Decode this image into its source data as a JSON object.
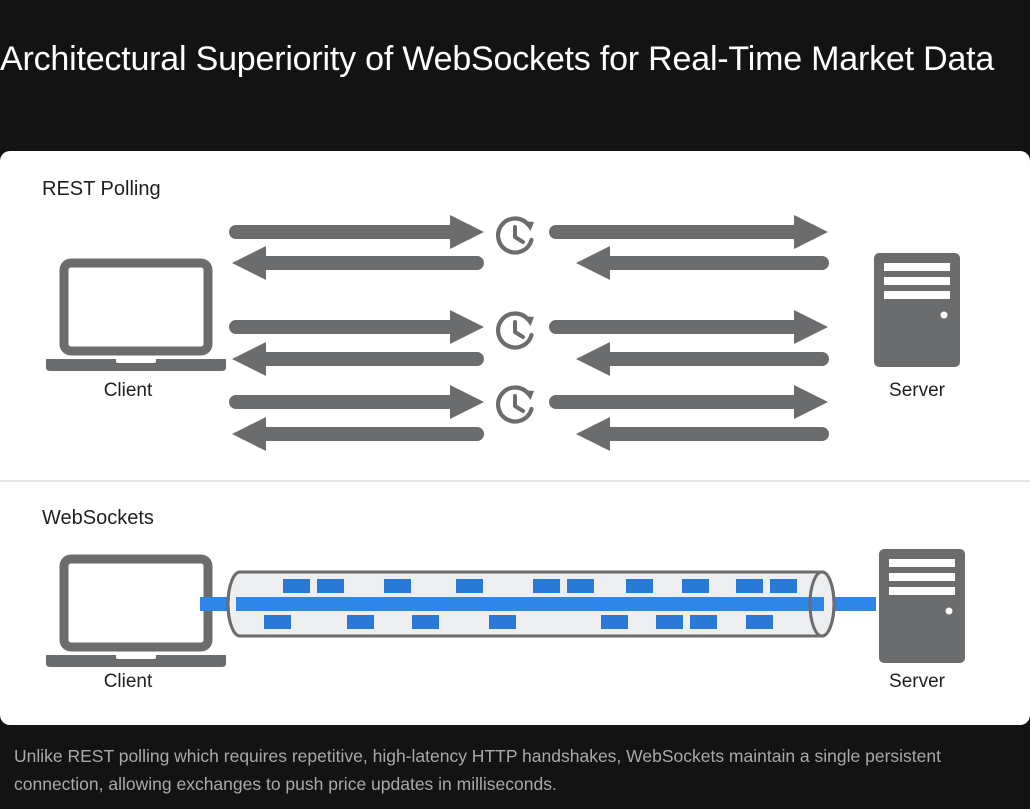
{
  "title": "Architectural Superiority of WebSockets for Real-Time Market Data",
  "rest_section": {
    "label": "REST Polling",
    "client_label": "Client",
    "server_label": "Server",
    "cycles": 3
  },
  "ws_section": {
    "label": "WebSockets",
    "client_label": "Client",
    "server_label": "Server"
  },
  "caption": "Unlike REST polling which requires repetitive, high-latency HTTP handshakes, WebSockets maintain a single persistent connection, allowing exchanges to push price updates in milliseconds.",
  "colors": {
    "arrow": "#6b6c6e",
    "device": "#6b6c6e",
    "packet": "#2979d6",
    "stream": "#2e86e8",
    "tunnel_fill": "#eceef0",
    "tunnel_stroke": "#6b6c6e"
  }
}
